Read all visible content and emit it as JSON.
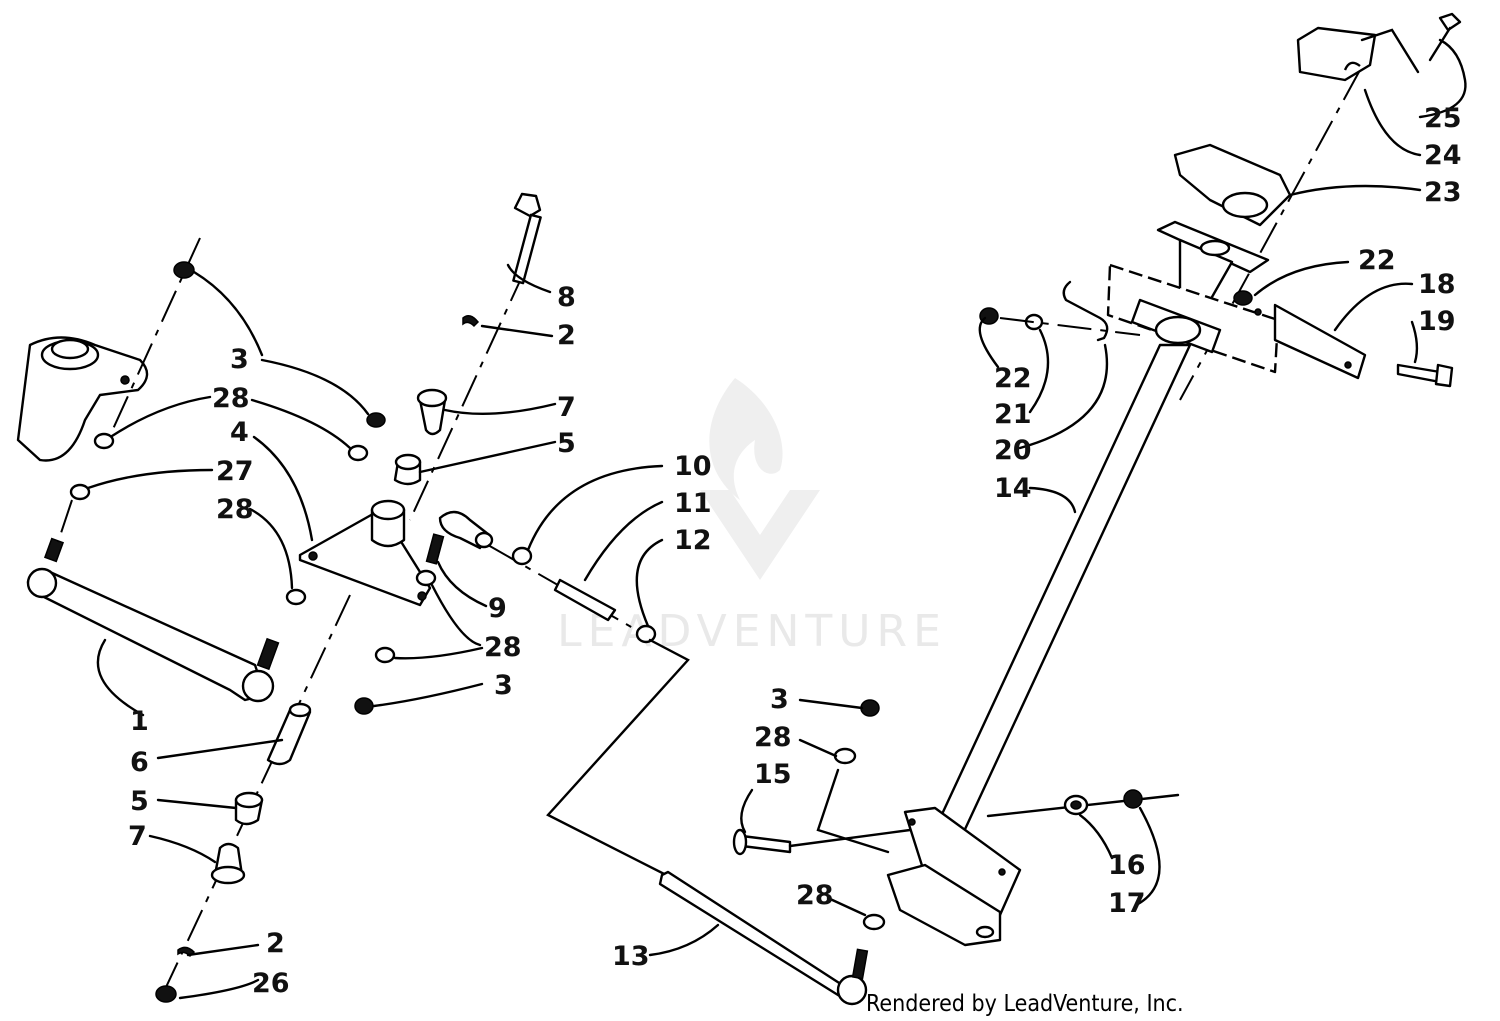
{
  "watermark": "LEADVENTURE",
  "credit": "Rendered by LeadVenture, Inc.",
  "labels": {
    "l1": "1",
    "l6": "6",
    "l5b": "5",
    "l7b": "7",
    "l2b": "2",
    "l26": "26",
    "l3a": "3",
    "l28a": "28",
    "l4": "4",
    "l27": "27",
    "l28b": "28",
    "l8": "8",
    "l2a": "2",
    "l7a": "7",
    "l5a": "5",
    "l10": "10",
    "l11": "11",
    "l12": "12",
    "l9": "9",
    "l28c": "28",
    "l3b": "3",
    "l13": "13",
    "l25": "25",
    "l24": "24",
    "l23": "23",
    "l22a": "22",
    "l18": "18",
    "l19": "19",
    "l22b": "22",
    "l21": "21",
    "l20": "20",
    "l14": "14",
    "l3c": "3",
    "l28d": "28",
    "l15": "15",
    "l16": "16",
    "l17": "17",
    "l28e": "28"
  }
}
